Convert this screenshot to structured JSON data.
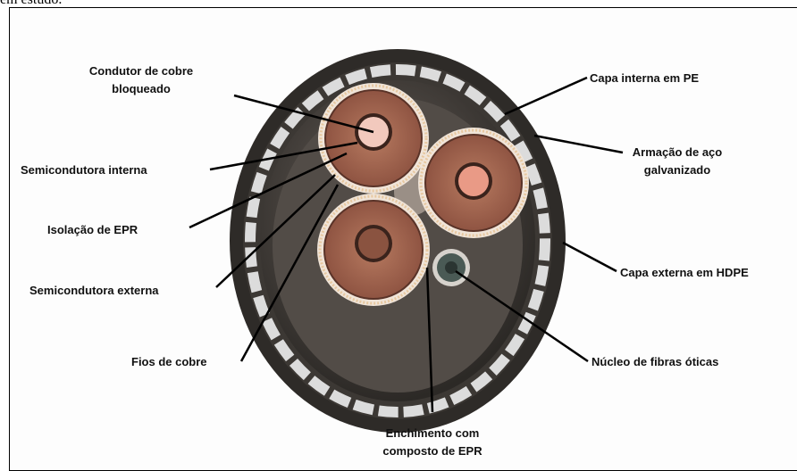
{
  "caption": "em estudo.",
  "labels": {
    "condutor_l1": "Condutor de cobre",
    "condutor_l2": "bloqueado",
    "semi_interna": "Semicondutora interna",
    "isolacao": "Isolação de EPR",
    "semi_externa": "Semicondutora externa",
    "fios": "Fios de cobre",
    "enchimento_l1": "Enchimento com",
    "enchimento_l2": "composto de EPR",
    "capa_interna": "Capa interna em PE",
    "armacao_l1": "Armação de aço",
    "armacao_l2": "galvanizado",
    "capa_externa": "Capa externa em HDPE",
    "nucleo": "Núcleo de fibras óticas"
  },
  "colors": {
    "jacket": "#3a3633",
    "armor_tile": "#d9d9d9",
    "copper": "#a86a54",
    "conductor_center": "#f2c9bd",
    "filler": "#5a544f",
    "wire_dots": "#e7c8a0"
  }
}
